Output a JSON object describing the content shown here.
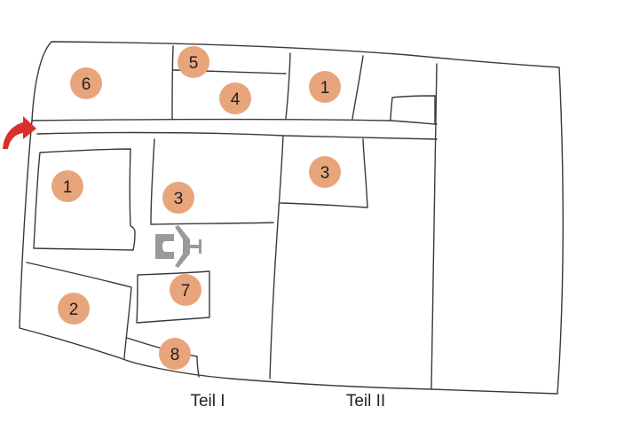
{
  "colors": {
    "marker": "#e8a57c",
    "arrow": "#d9302b",
    "plane": "#9a9a9a",
    "line": "#3a3a3a"
  },
  "icons": {
    "entrance": "curved-arrow-icon",
    "airplane": "airplane-icon"
  },
  "markers": [
    "6",
    "5",
    "4",
    "1",
    "1",
    "3",
    "3",
    "7",
    "2",
    "8"
  ],
  "parts": {
    "part1": "Teil I",
    "part2": "Teil II"
  }
}
